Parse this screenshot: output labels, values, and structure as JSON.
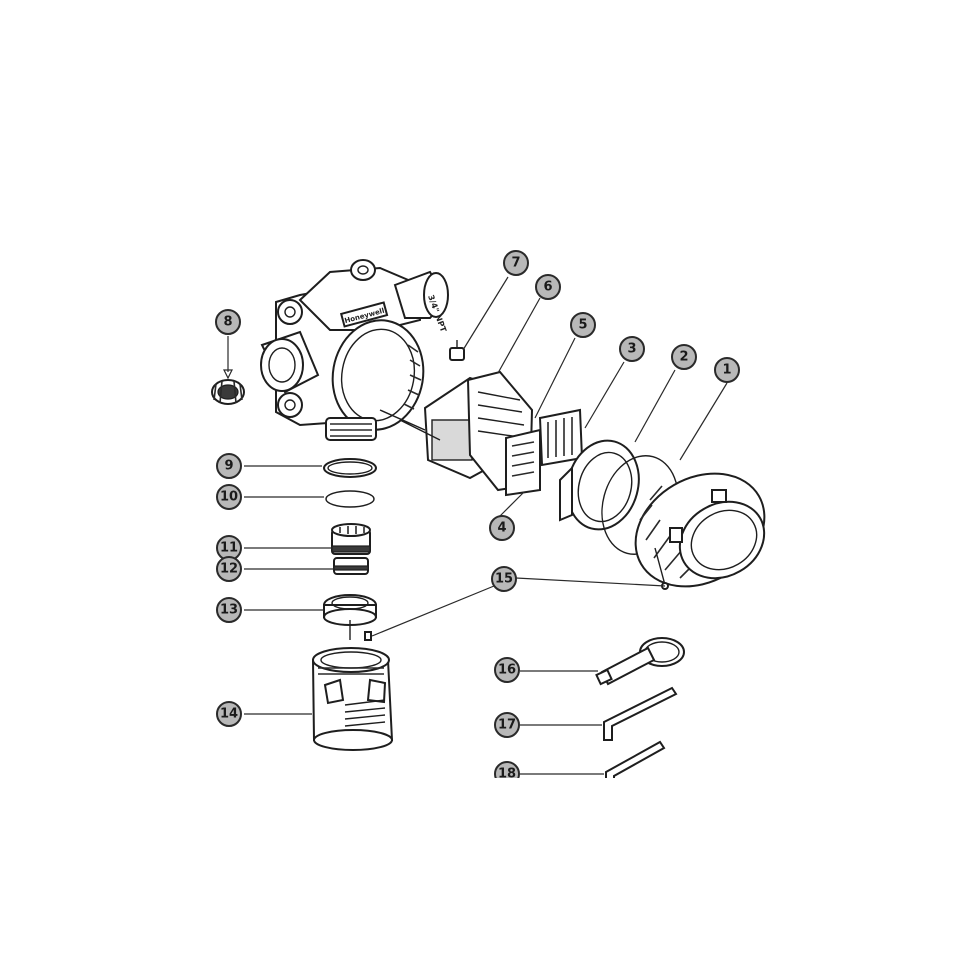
{
  "diagram": {
    "callouts": [
      {
        "id": "c1",
        "label": "1"
      },
      {
        "id": "c2",
        "label": "2"
      },
      {
        "id": "c3",
        "label": "3"
      },
      {
        "id": "c4",
        "label": "4"
      },
      {
        "id": "c5",
        "label": "5"
      },
      {
        "id": "c6",
        "label": "6"
      },
      {
        "id": "c7",
        "label": "7"
      },
      {
        "id": "c8",
        "label": "8"
      },
      {
        "id": "c9",
        "label": "9"
      },
      {
        "id": "c10",
        "label": "10"
      },
      {
        "id": "c11",
        "label": "11"
      },
      {
        "id": "c12",
        "label": "12"
      },
      {
        "id": "c13",
        "label": "13"
      },
      {
        "id": "c14",
        "label": "14"
      },
      {
        "id": "c15",
        "label": "15"
      },
      {
        "id": "c16",
        "label": "16"
      },
      {
        "id": "c17",
        "label": "17"
      },
      {
        "id": "c18",
        "label": "18"
      }
    ],
    "housing_brand_text": "Honeywell",
    "port_marking": "3/4\" NPT",
    "colors": {
      "bubble_fill": "#b8b8b8",
      "line": "#1e1e1e",
      "background": "#ffffff"
    }
  }
}
